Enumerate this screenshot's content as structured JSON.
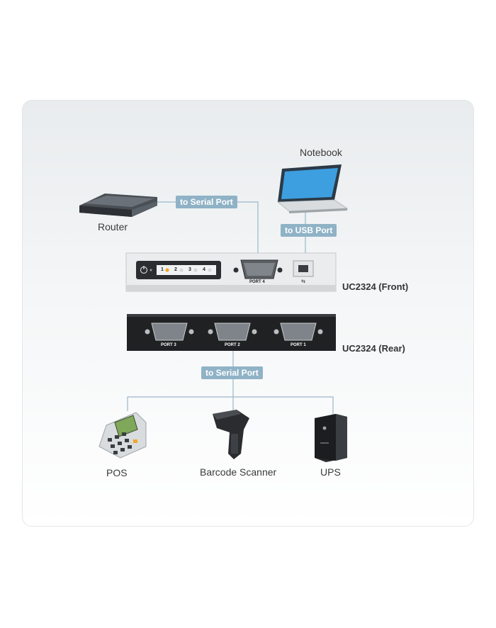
{
  "devices": {
    "notebook": "Notebook",
    "router": "Router",
    "pos": "POS",
    "barcode": "Barcode Scanner",
    "ups": "UPS"
  },
  "connections": {
    "router_to_serial": "to Serial Port",
    "notebook_to_usb": "to USB Port",
    "rear_to_serial": "to Serial Port"
  },
  "hub": {
    "front_label": "UC2324 (Front)",
    "rear_label": "UC2324 (Rear)",
    "front_port": "PORT 4",
    "rear_ports": [
      "PORT 3",
      "PORT 2",
      "PORT 1"
    ],
    "led_numbers": [
      "1",
      "2",
      "3",
      "4"
    ]
  },
  "colors": {
    "tag_bg": "#8fb2c6",
    "line": "#9ab8c9",
    "panel_bg": "#eceff1",
    "led_amber": "#f4a62a"
  }
}
